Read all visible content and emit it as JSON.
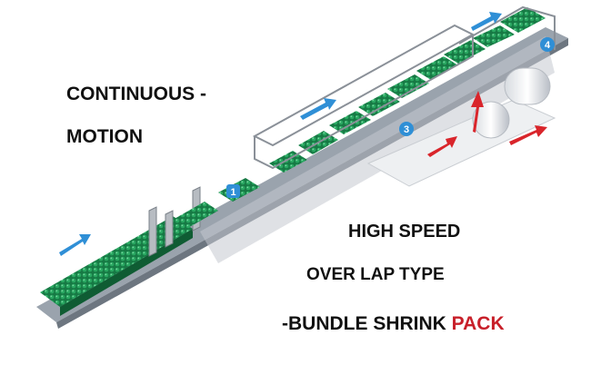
{
  "labels": {
    "line1": "CONTINUOUS -",
    "line2": "MOTION",
    "speed": "HIGH SPEED",
    "type": "OVER LAP TYPE",
    "bundle_prefix": "-BUNDLE SHRINK ",
    "bundle_suffix": "PACK"
  },
  "stations": [
    "1",
    "3",
    "4"
  ],
  "colors": {
    "bottle_green": "#1f8a52",
    "arrow_blue": "#2f8fd6",
    "arrow_red": "#d9252b",
    "accent_pack": "#c8202a"
  }
}
